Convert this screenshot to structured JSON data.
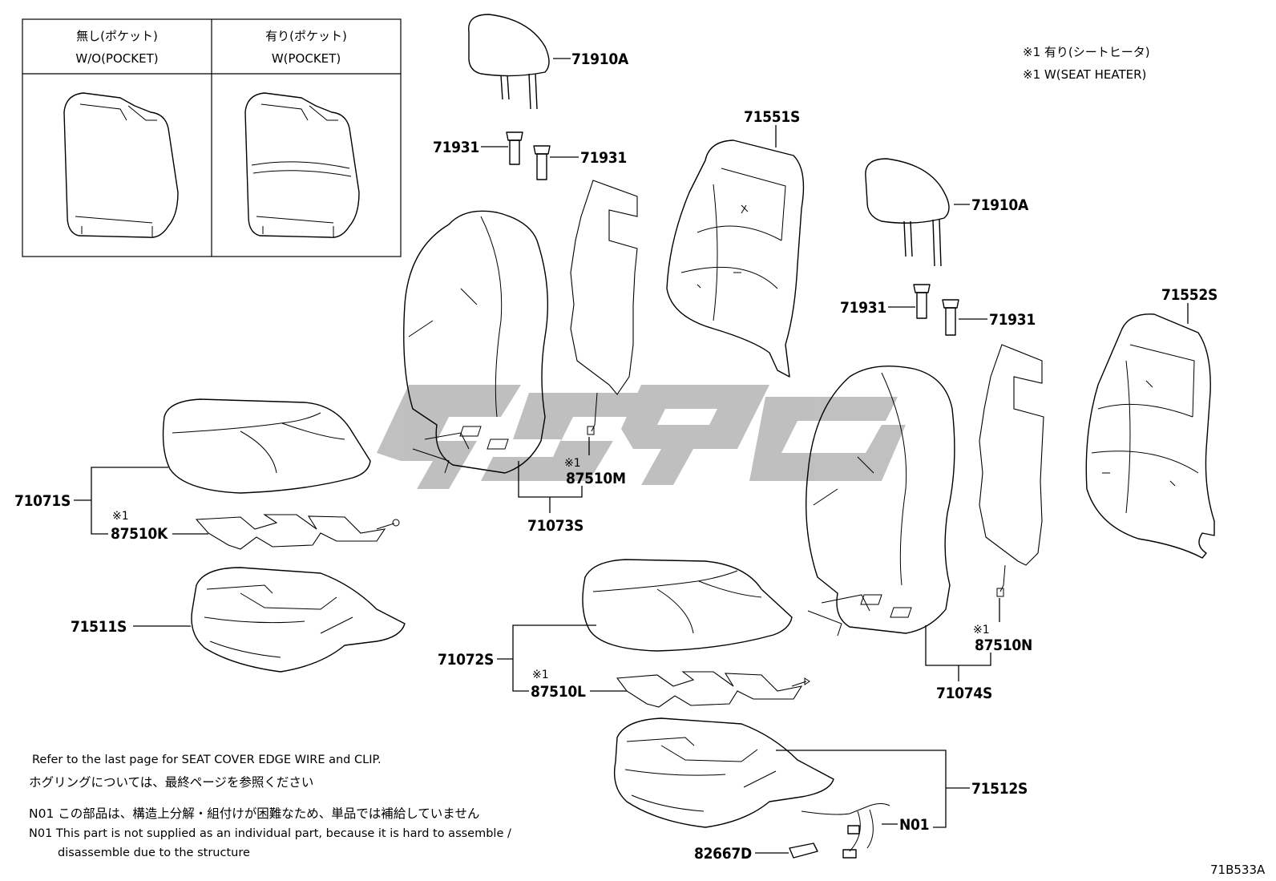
{
  "legend": {
    "col1_line1": "無し(ポケット)",
    "col1_line2": "W/O(POCKET)",
    "col2_line1": "有り(ポケット)",
    "col2_line2": "W(POCKET)"
  },
  "notes": {
    "line1": "※1 有り(シートヒータ)",
    "line2": "※1 W(SEAT HEATER)"
  },
  "parts": {
    "p71910A_left": "71910A",
    "p71931_a": "71931",
    "p71931_b": "71931",
    "p71551S": "71551S",
    "p71910A_right": "71910A",
    "p71931_c": "71931",
    "p71931_d": "71931",
    "p71552S": "71552S",
    "p71071S": "71071S",
    "p87510K": "87510K",
    "p87510M": "87510M",
    "p71073S": "71073S",
    "p71511S": "71511S",
    "p71072S": "71072S",
    "p87510L": "87510L",
    "p87510N": "87510N",
    "p71074S": "71074S",
    "p71512S": "71512S",
    "pN01": "N01",
    "p82667D": "82667D"
  },
  "marks": {
    "m87510K": "※1",
    "m87510M": "※1",
    "m87510L": "※1",
    "m87510N": "※1"
  },
  "footer": {
    "line1": "Refer to the last page for SEAT COVER EDGE WIRE and CLIP.",
    "line2": "ホグリングについては、最終ページを参照ください",
    "line3": "N01 この部品は、構造上分解・組付けが困難なため、単品では補給していません",
    "line4": "N01 This part is not supplied as an individual part, because it is hard to assemble /",
    "line5": "disassemble due to the structure"
  },
  "diagram_code": "71B533A",
  "watermark_color": "#b5b5b5"
}
